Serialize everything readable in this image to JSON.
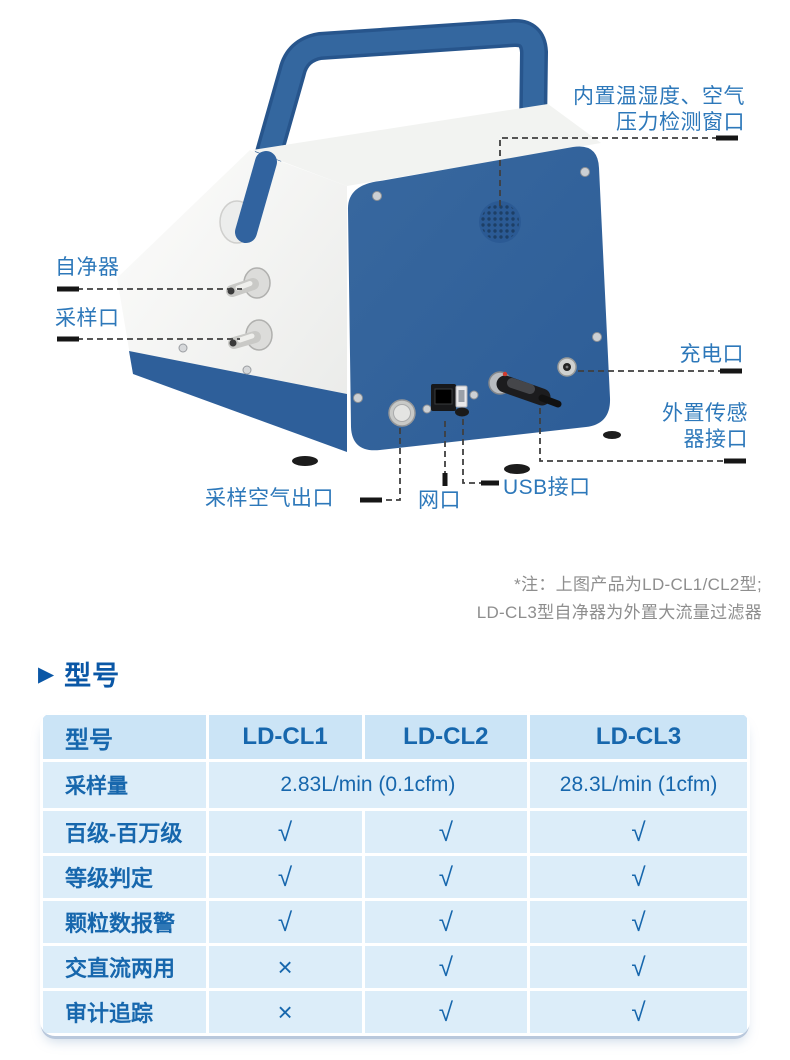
{
  "diagram": {
    "callouts": {
      "window_line1": "内置温湿度、空气",
      "window_line2": "压力检测窗口",
      "purifier": "自净器",
      "sampling_port": "采样口",
      "charging_port": "充电口",
      "external_sensor_line1": "外置传感",
      "external_sensor_line2": "器接口",
      "air_outlet": "采样空气出口",
      "network_port": "网口",
      "usb_port": "USB接口"
    },
    "note_line1": "*注：上图产品为LD-CL1/CL2型;",
    "note_line2": "LD-CL3型自净器为外置大流量过滤器"
  },
  "section": {
    "marker": "▶",
    "title": "型号"
  },
  "table": {
    "header": [
      "型号",
      "LD-CL1",
      "LD-CL2",
      "LD-CL3"
    ],
    "sampling_row": {
      "label": "采样量",
      "cl1_cl2": "2.83L/min (0.1cfm)",
      "cl3": "28.3L/min (1cfm)"
    },
    "feature_rows": [
      {
        "label": "百级-百万级",
        "cl1": "√",
        "cl2": "√",
        "cl3": "√"
      },
      {
        "label": "等级判定",
        "cl1": "√",
        "cl2": "√",
        "cl3": "√"
      },
      {
        "label": "颗粒数报警",
        "cl1": "√",
        "cl2": "√",
        "cl3": "√"
      },
      {
        "label": "交直流两用",
        "cl1": "×",
        "cl2": "√",
        "cl3": "√"
      },
      {
        "label": "审计追踪",
        "cl1": "×",
        "cl2": "√",
        "cl3": "√"
      }
    ]
  },
  "colors": {
    "device_blue": "#31639f",
    "callout_text": "#2d78ba",
    "table_text": "#1767ad",
    "table_header_bg": "#cbe4f6",
    "table_row_bg": "#dcedf9",
    "note_gray": "#8e8e8e"
  }
}
